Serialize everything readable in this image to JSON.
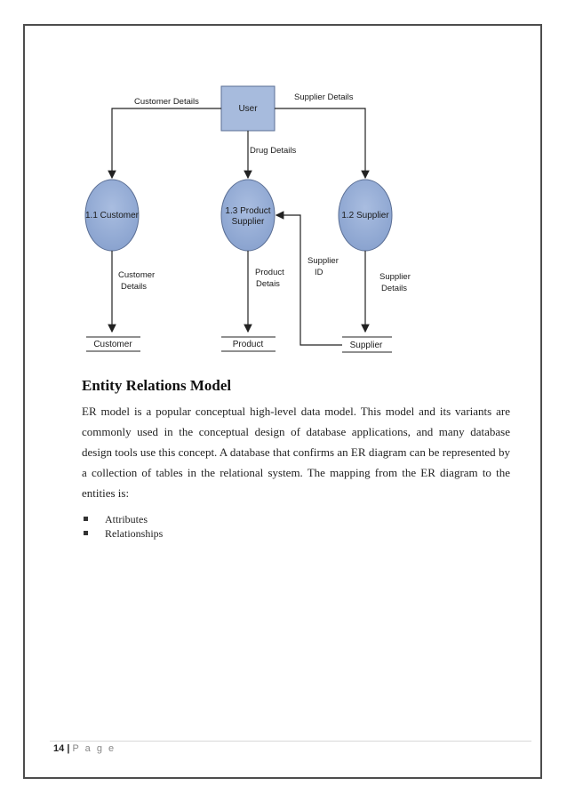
{
  "diagram": {
    "user": "User",
    "customer_process": "1.1 Customer",
    "product_process": [
      "1.3 Product",
      "Supplier"
    ],
    "supplier_process": "1.2 Supplier",
    "flow_customer_details": "Customer Details",
    "flow_supplier_details": "Supplier Details",
    "flow_drug_details": "Drug Details",
    "flow_customer_details_down": [
      "Customer",
      "Details"
    ],
    "flow_product_details": [
      "Product",
      "Detais"
    ],
    "flow_supplier_id": [
      "Supplier",
      "ID"
    ],
    "flow_supplier_details_down": [
      "Supplier",
      "Details"
    ],
    "store_customer": "Customer",
    "store_product": "Product",
    "store_supplier": "Supplier"
  },
  "content": {
    "heading": "Entity Relations Model",
    "paragraph": "ER model is a popular conceptual high-level data model. This model and its variants are commonly used in the conceptual design of database applications, and many database design tools use this concept. A database that confirms an ER diagram can be represented by a collection of tables in the relational system. The mapping from the ER diagram to the entities is:",
    "bullets": [
      "Attributes",
      "Relationships"
    ]
  },
  "footer": {
    "page_number": "14",
    "separator": "|",
    "page_label": "P a g e"
  }
}
